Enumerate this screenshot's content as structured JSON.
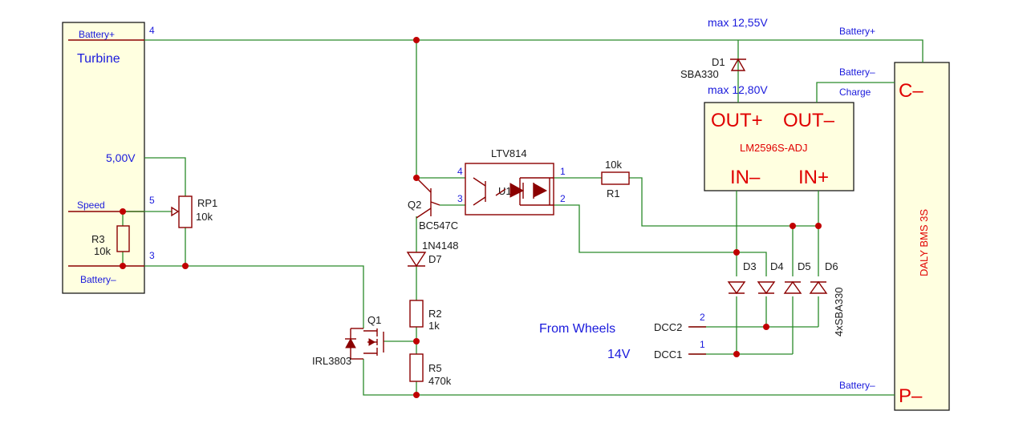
{
  "turbine": {
    "title": "Turbine",
    "battery_plus": "Battery+",
    "five_volt": "5,00V",
    "speed": "Speed",
    "battery_minus": "Battery–",
    "pin4": "4",
    "pin5": "5",
    "pin3": "3"
  },
  "bms": {
    "title": "DALY BMS    3S",
    "c_minus": "C–",
    "p_minus": "P–",
    "battery_plus": "Battery+",
    "battery_minus_top": "Battery–",
    "charge": "Charge",
    "battery_minus_bottom": "Battery–"
  },
  "converter": {
    "name": "LM2596S-ADJ",
    "out_plus": "OUT+",
    "out_minus": "OUT–",
    "in_minus": "IN–",
    "in_plus": "IN+"
  },
  "annotations": {
    "max_top": "max 12,55V",
    "max_out": "max 12,80V",
    "from_wheels": "From Wheels",
    "voltage": "14V",
    "dcc2": "DCC2",
    "dcc1": "DCC1",
    "dcc2_pin": "2",
    "dcc1_pin": "1"
  },
  "components": {
    "d1": {
      "ref": "D1",
      "value": "SBA330"
    },
    "rp1": {
      "ref": "RP1",
      "value": "10k"
    },
    "r3": {
      "ref": "R3",
      "value": "10k"
    },
    "q2": {
      "ref": "Q2",
      "value": "BC547C"
    },
    "d7": {
      "ref": "D7",
      "value": "1N4148"
    },
    "r2": {
      "ref": "R2",
      "value": "1k"
    },
    "r5": {
      "ref": "R5",
      "value": "470k"
    },
    "q1": {
      "ref": "Q1",
      "value": "IRL3803"
    },
    "opto": {
      "ref": "U1",
      "value": "LTV814",
      "pin1": "1",
      "pin2": "2",
      "pin3": "3",
      "pin4": "4"
    },
    "r1": {
      "ref": "R1",
      "value": "10k"
    },
    "d3": {
      "ref": "D3"
    },
    "d4": {
      "ref": "D4"
    },
    "d5": {
      "ref": "D5"
    },
    "d6": {
      "ref": "D6"
    },
    "diode_group": "4xSBA330"
  },
  "colors": {
    "wire": "#2a8a2a",
    "part": "#8b0000",
    "junction": "#c00000",
    "label_blue": "#1a1adc",
    "label_red": "#e00000",
    "box_fill": "#ffffe0"
  }
}
